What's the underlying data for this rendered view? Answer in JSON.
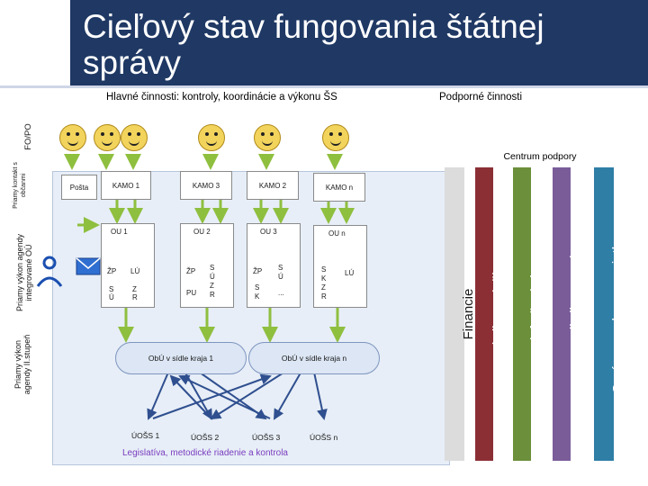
{
  "title": "Cieľový stav fungovania štátnej správy",
  "headers": {
    "main": "Hlavné činnosti: kontroly, koordinácie a výkonu ŠS",
    "support": "Podporné činnosti",
    "centrum": "Centrum podpory"
  },
  "side_labels": {
    "fopo": "FO/PO",
    "kontakt": "Priamy kontakt s občanmi",
    "integrovane": "Priamy výkon agendy integrované OÚ",
    "ii_stupen": "Priamy výkon agendy II.stupeň"
  },
  "posta": "Pošta",
  "kamo": [
    "KAMO 1",
    "KAMO 3",
    "KAMO 2",
    "KAMO n"
  ],
  "ou": [
    {
      "title": "OU 1",
      "cells": [
        "ŽP",
        "LÚ",
        "S Ú",
        "Z R"
      ]
    },
    {
      "title": "OU 2",
      "cells": [
        "ŽP",
        "S Ú Z R",
        "PU"
      ]
    },
    {
      "title": "OU 3",
      "cells": [
        "ŽP",
        "S Ú",
        "S K",
        "..."
      ]
    },
    {
      "title": "OU n",
      "cells": [
        "S K Z R",
        "LÚ"
      ]
    }
  ],
  "obu": [
    "ObÚ v sídle kraja 1",
    "ObÚ v sídle kraja n"
  ],
  "uoss": [
    "ÚOŠS 1",
    "ÚOŠS 2",
    "ÚOŠS 3",
    "ÚOŠS n"
  ],
  "footer": "Legislatíva, metodické riadenie a kontrola",
  "pillars": [
    {
      "label": "Financie",
      "color": "#dcdcdc",
      "text_color": "#1a1a1a"
    },
    {
      "label": "Logistika a služby",
      "color": "#8b2f35",
      "text_color": "#ffffff"
    },
    {
      "label": "IT a infraštruktúra",
      "color": "#6b8f3a",
      "text_color": "#ffffff"
    },
    {
      "label": "Personalistika a mzdy",
      "color": "#7a5c99",
      "text_color": "#ffffff"
    },
    {
      "label": "Správa a ochrana majetku",
      "color": "#2e7ea6",
      "text_color": "#ffffff"
    }
  ],
  "colors": {
    "title_band": "#1f3864",
    "face": "#f2d45c",
    "arrow": "#8fbf3f",
    "connector": "#2f4f8f"
  }
}
